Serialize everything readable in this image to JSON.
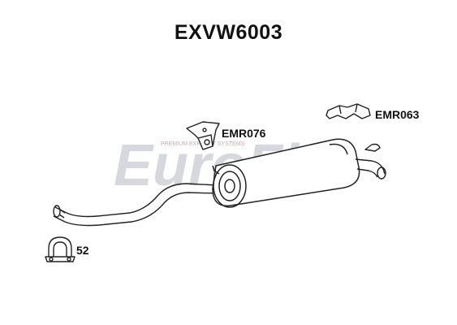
{
  "title": "EXVW6003",
  "watermark": {
    "brand": "EuroFlo",
    "tagline": "PREMIUM EXHAUST SYSTEMS"
  },
  "parts": [
    {
      "label": "EMR076"
    },
    {
      "label": "EMR063"
    },
    {
      "label": "52"
    }
  ],
  "colors": {
    "line": "#222222",
    "watermark": "#cfd2d8",
    "accent": "#e6a6a6"
  }
}
